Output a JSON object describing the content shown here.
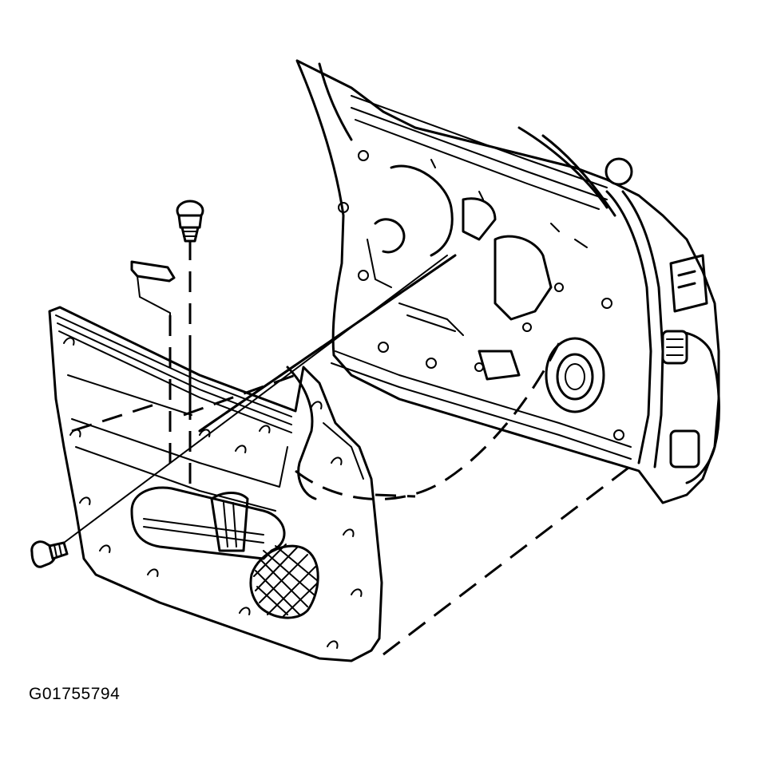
{
  "figure": {
    "id_label": "G01755794",
    "parts": {
      "push_pin_retainer": "push-pin-retainer",
      "trim_clip": "trim-clip",
      "trim_screw": "trim-screw",
      "door_trim_panel": "door-trim-panel",
      "door_inner_frame": "door-inner-frame"
    }
  }
}
